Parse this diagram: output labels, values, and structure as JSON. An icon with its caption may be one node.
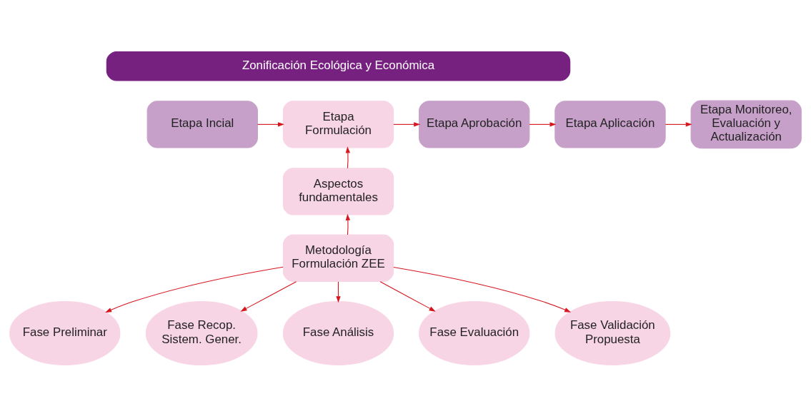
{
  "diagram": {
    "nodes": [
      {
        "text": [
          "Zonificación Ecológica y Económica"
        ]
      },
      {
        "text": [
          "Etapa Incial"
        ]
      },
      {
        "text": [
          "Etapa Formulación"
        ]
      },
      {
        "text": [
          "Etapa Aprobación"
        ]
      },
      {
        "text": [
          "Etapa Aplicación"
        ]
      },
      {
        "text": [
          "Etapa Monitoreo, Evaluación y Actualización"
        ]
      },
      {
        "text": [
          "Aspectos fundamentales"
        ]
      },
      {
        "text": [
          "Metodología Formulación ZEE"
        ]
      },
      {
        "text": [
          "Fase Preliminar"
        ]
      },
      {
        "text": [
          "Fase Recop. Sistem. Gener."
        ]
      },
      {
        "text": [
          "Fase Análisis"
        ]
      },
      {
        "text": [
          "Fase Evaluación"
        ]
      },
      {
        "text": [
          "Fase Validación Propuesta"
        ]
      }
    ],
    "edges": [
      {
        "from": 1,
        "to": 2,
        "arrow": "to"
      },
      {
        "from": 2,
        "to": 3,
        "arrow": "to"
      },
      {
        "from": 3,
        "to": 4,
        "arrow": "to"
      },
      {
        "from": 4,
        "to": 5,
        "arrow": "to"
      },
      {
        "from": 6,
        "to": 2,
        "arrow": "to"
      },
      {
        "from": 7,
        "to": 6,
        "arrow": "to"
      },
      {
        "from": 7,
        "to": 8,
        "arrow": "to"
      },
      {
        "from": 7,
        "to": 9,
        "arrow": "to"
      },
      {
        "from": 7,
        "to": 10,
        "arrow": "to"
      },
      {
        "from": 7,
        "to": 11,
        "arrow": "to"
      },
      {
        "from": 7,
        "to": 12,
        "arrow": "to"
      }
    ]
  }
}
